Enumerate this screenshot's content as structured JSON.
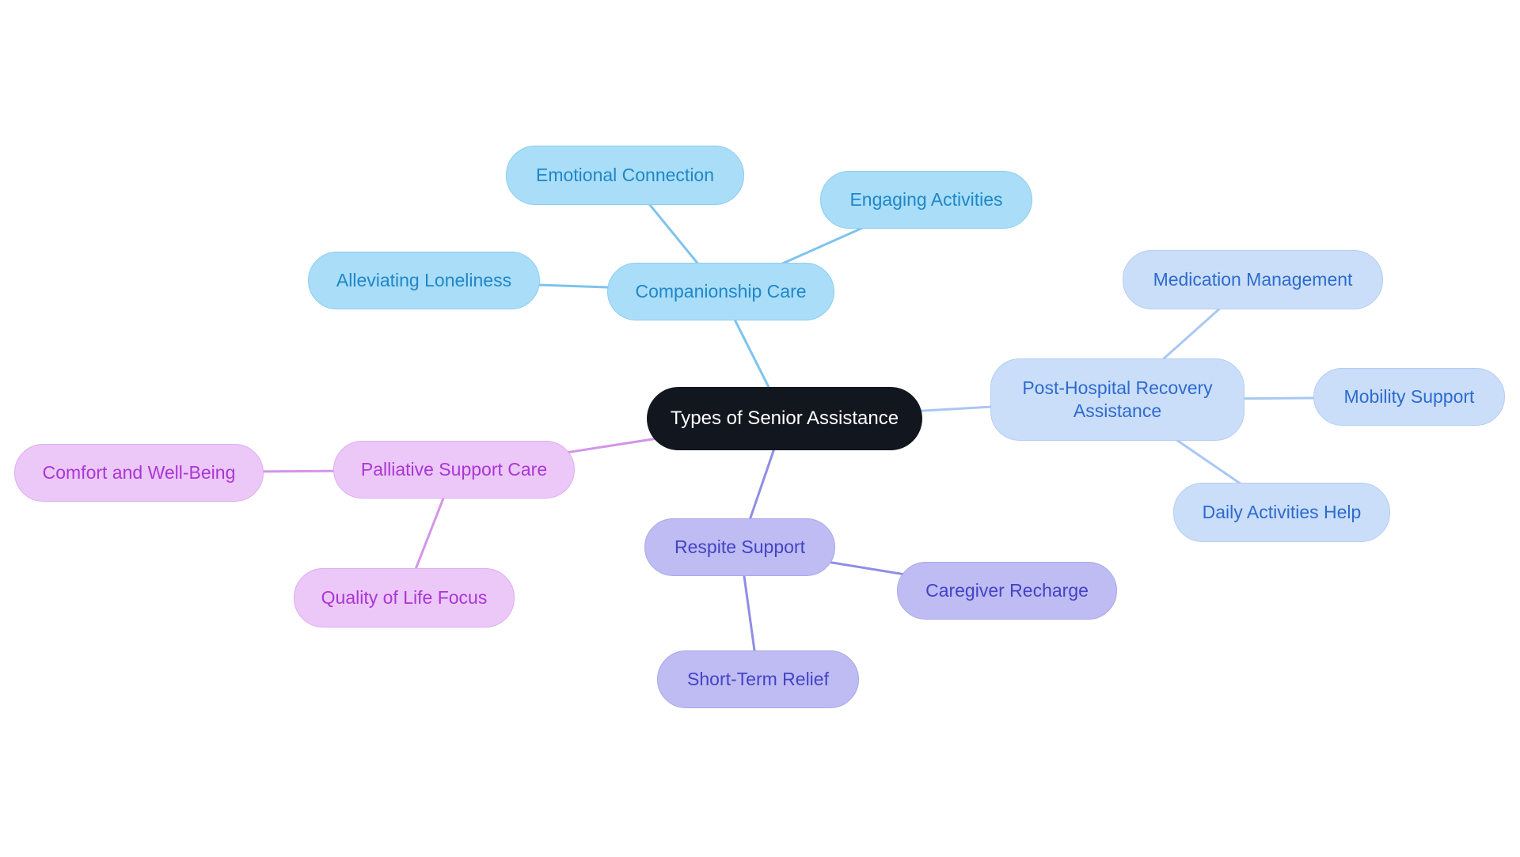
{
  "diagram": {
    "type": "mindmap",
    "title": "Types of Senior Assistance"
  },
  "nodes": {
    "central": {
      "label": "Types of Senior Assistance",
      "group": "central"
    },
    "companionship": {
      "label": "Companionship Care",
      "group": "companionship"
    },
    "emotional": {
      "label": "Emotional Connection",
      "group": "companionship"
    },
    "engaging": {
      "label": "Engaging Activities",
      "group": "companionship"
    },
    "alleviating": {
      "label": "Alleviating Loneliness",
      "group": "companionship"
    },
    "posthospital": {
      "label": "Post-Hospital Recovery Assistance",
      "group": "posthospital"
    },
    "medication": {
      "label": "Medication Management",
      "group": "posthospital"
    },
    "mobility": {
      "label": "Mobility Support",
      "group": "posthospital"
    },
    "daily": {
      "label": "Daily Activities Help",
      "group": "posthospital"
    },
    "respite": {
      "label": "Respite Support",
      "group": "respite"
    },
    "caregiver": {
      "label": "Caregiver Recharge",
      "group": "respite"
    },
    "shortterm": {
      "label": "Short-Term Relief",
      "group": "respite"
    },
    "palliative": {
      "label": "Palliative Support Care",
      "group": "palliative"
    },
    "comfort": {
      "label": "Comfort and Well-Being",
      "group": "palliative"
    },
    "quality": {
      "label": "Quality of Life Focus",
      "group": "palliative"
    }
  },
  "colors": {
    "central_fill": "#12161f",
    "central_text": "#ffffff",
    "companionship_fill": "#a9ddf8",
    "companionship_text": "#1f87c9",
    "companionship_edge": "#7ec3ee",
    "posthospital_fill": "#cadef9",
    "posthospital_text": "#2d6bce",
    "posthospital_edge": "#a9c7f3",
    "respite_fill": "#bebcf2",
    "respite_text": "#4343c6",
    "respite_edge": "#8f8de4",
    "palliative_fill": "#ebc8f8",
    "palliative_text": "#ab35d6",
    "palliative_edge": "#d494e8",
    "background": "#ffffff"
  }
}
